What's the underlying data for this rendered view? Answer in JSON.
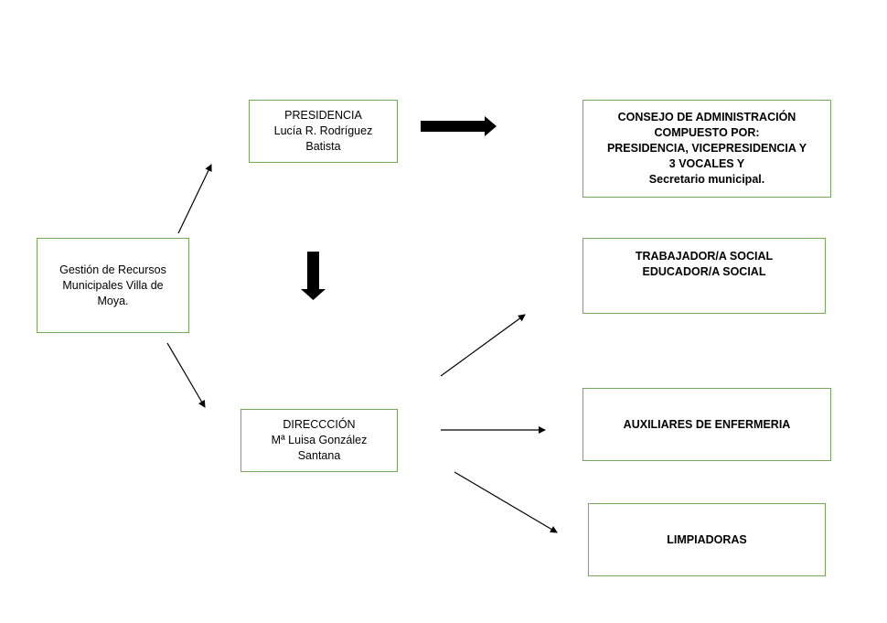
{
  "diagram": {
    "root": {
      "lines": [
        "Gestión de Recursos",
        "Municipales Villa de",
        "Moya."
      ]
    },
    "presidencia": {
      "lines": [
        "PRESIDENCIA",
        "Lucía R. Rodríguez",
        "Batista"
      ]
    },
    "consejo": {
      "lines": [
        "CONSEJO DE ADMINISTRACIÓN",
        "COMPUESTO POR:",
        "PRESIDENCIA, VICEPRESIDENCIA Y",
        "3 VOCALES Y",
        "Secretario municipal."
      ]
    },
    "direccion": {
      "lines": [
        "DIRECCCIÓN",
        "Mª Luisa González",
        "Santana"
      ]
    },
    "trabajador": {
      "lines": [
        "TRABAJADOR/A SOCIAL",
        "EDUCADOR/A SOCIAL"
      ]
    },
    "auxiliares": {
      "lines": [
        "AUXILIARES DE ENFERMERIA"
      ]
    },
    "limpiadoras": {
      "lines": [
        "LIMPIADORAS"
      ]
    }
  },
  "colors": {
    "box_border": "#77a85a",
    "arrow": "#000000"
  }
}
